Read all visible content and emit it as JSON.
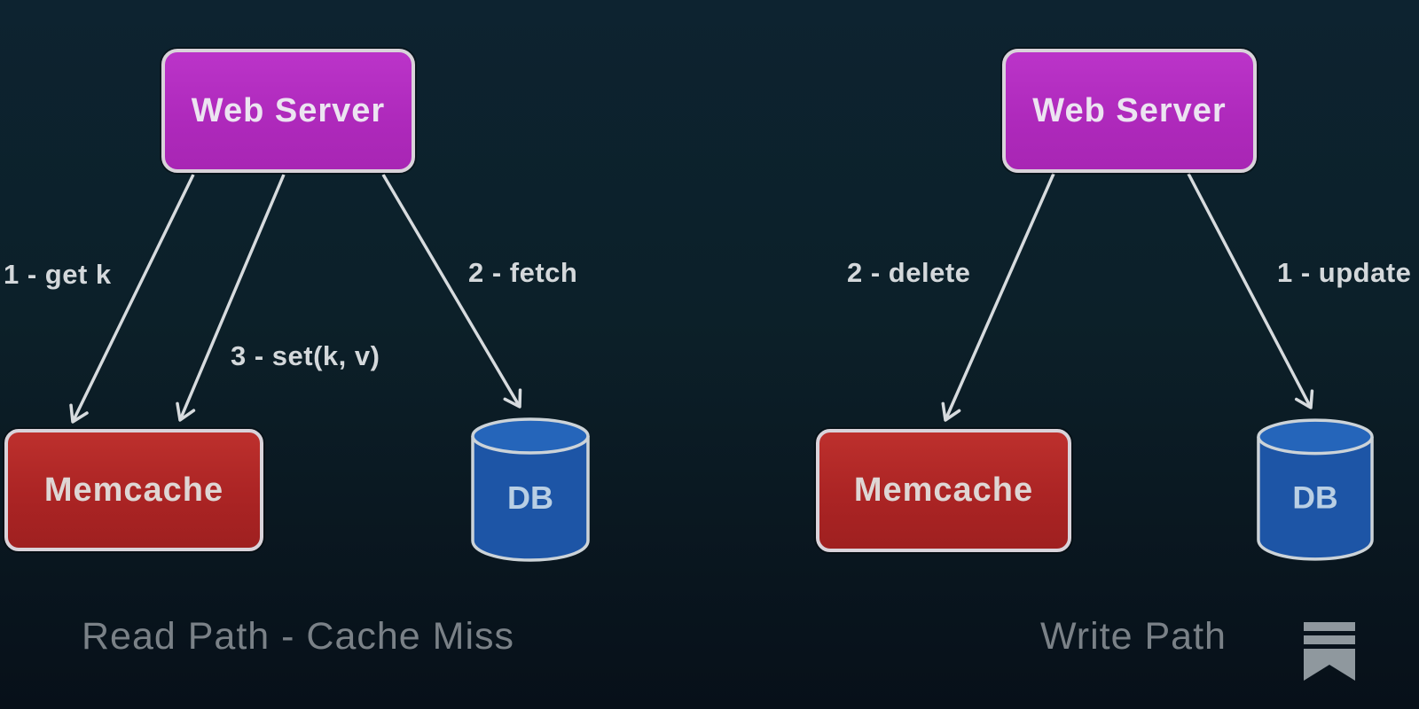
{
  "diagram": {
    "left": {
      "caption": "Read Path - Cache Miss",
      "nodes": {
        "web_server": "Web Server",
        "memcache": "Memcache",
        "db": "DB"
      },
      "edges": {
        "get": "1 - get k",
        "set": "3 - set(k, v)",
        "fetch": "2 - fetch"
      }
    },
    "right": {
      "caption": "Write Path",
      "nodes": {
        "web_server": "Web Server",
        "memcache": "Memcache",
        "db": "DB"
      },
      "edges": {
        "delete": "2 - delete",
        "update": "1 - update"
      }
    }
  },
  "colors": {
    "background_top": "#0d2330",
    "background_bottom": "#071019",
    "web_server_fill": "#b42cc2",
    "memcache_fill": "#b02626",
    "db_fill": "#1d57a8",
    "db_top_fill": "#2565ba",
    "node_border": "#d9d3da",
    "arrow": "#d7dbde",
    "edge_label_text": "#d4d8db",
    "caption_text": "#7a8187",
    "watermark_icon_color": "#8f989e"
  },
  "watermark": {
    "icon": "substack-bookmark-icon"
  }
}
